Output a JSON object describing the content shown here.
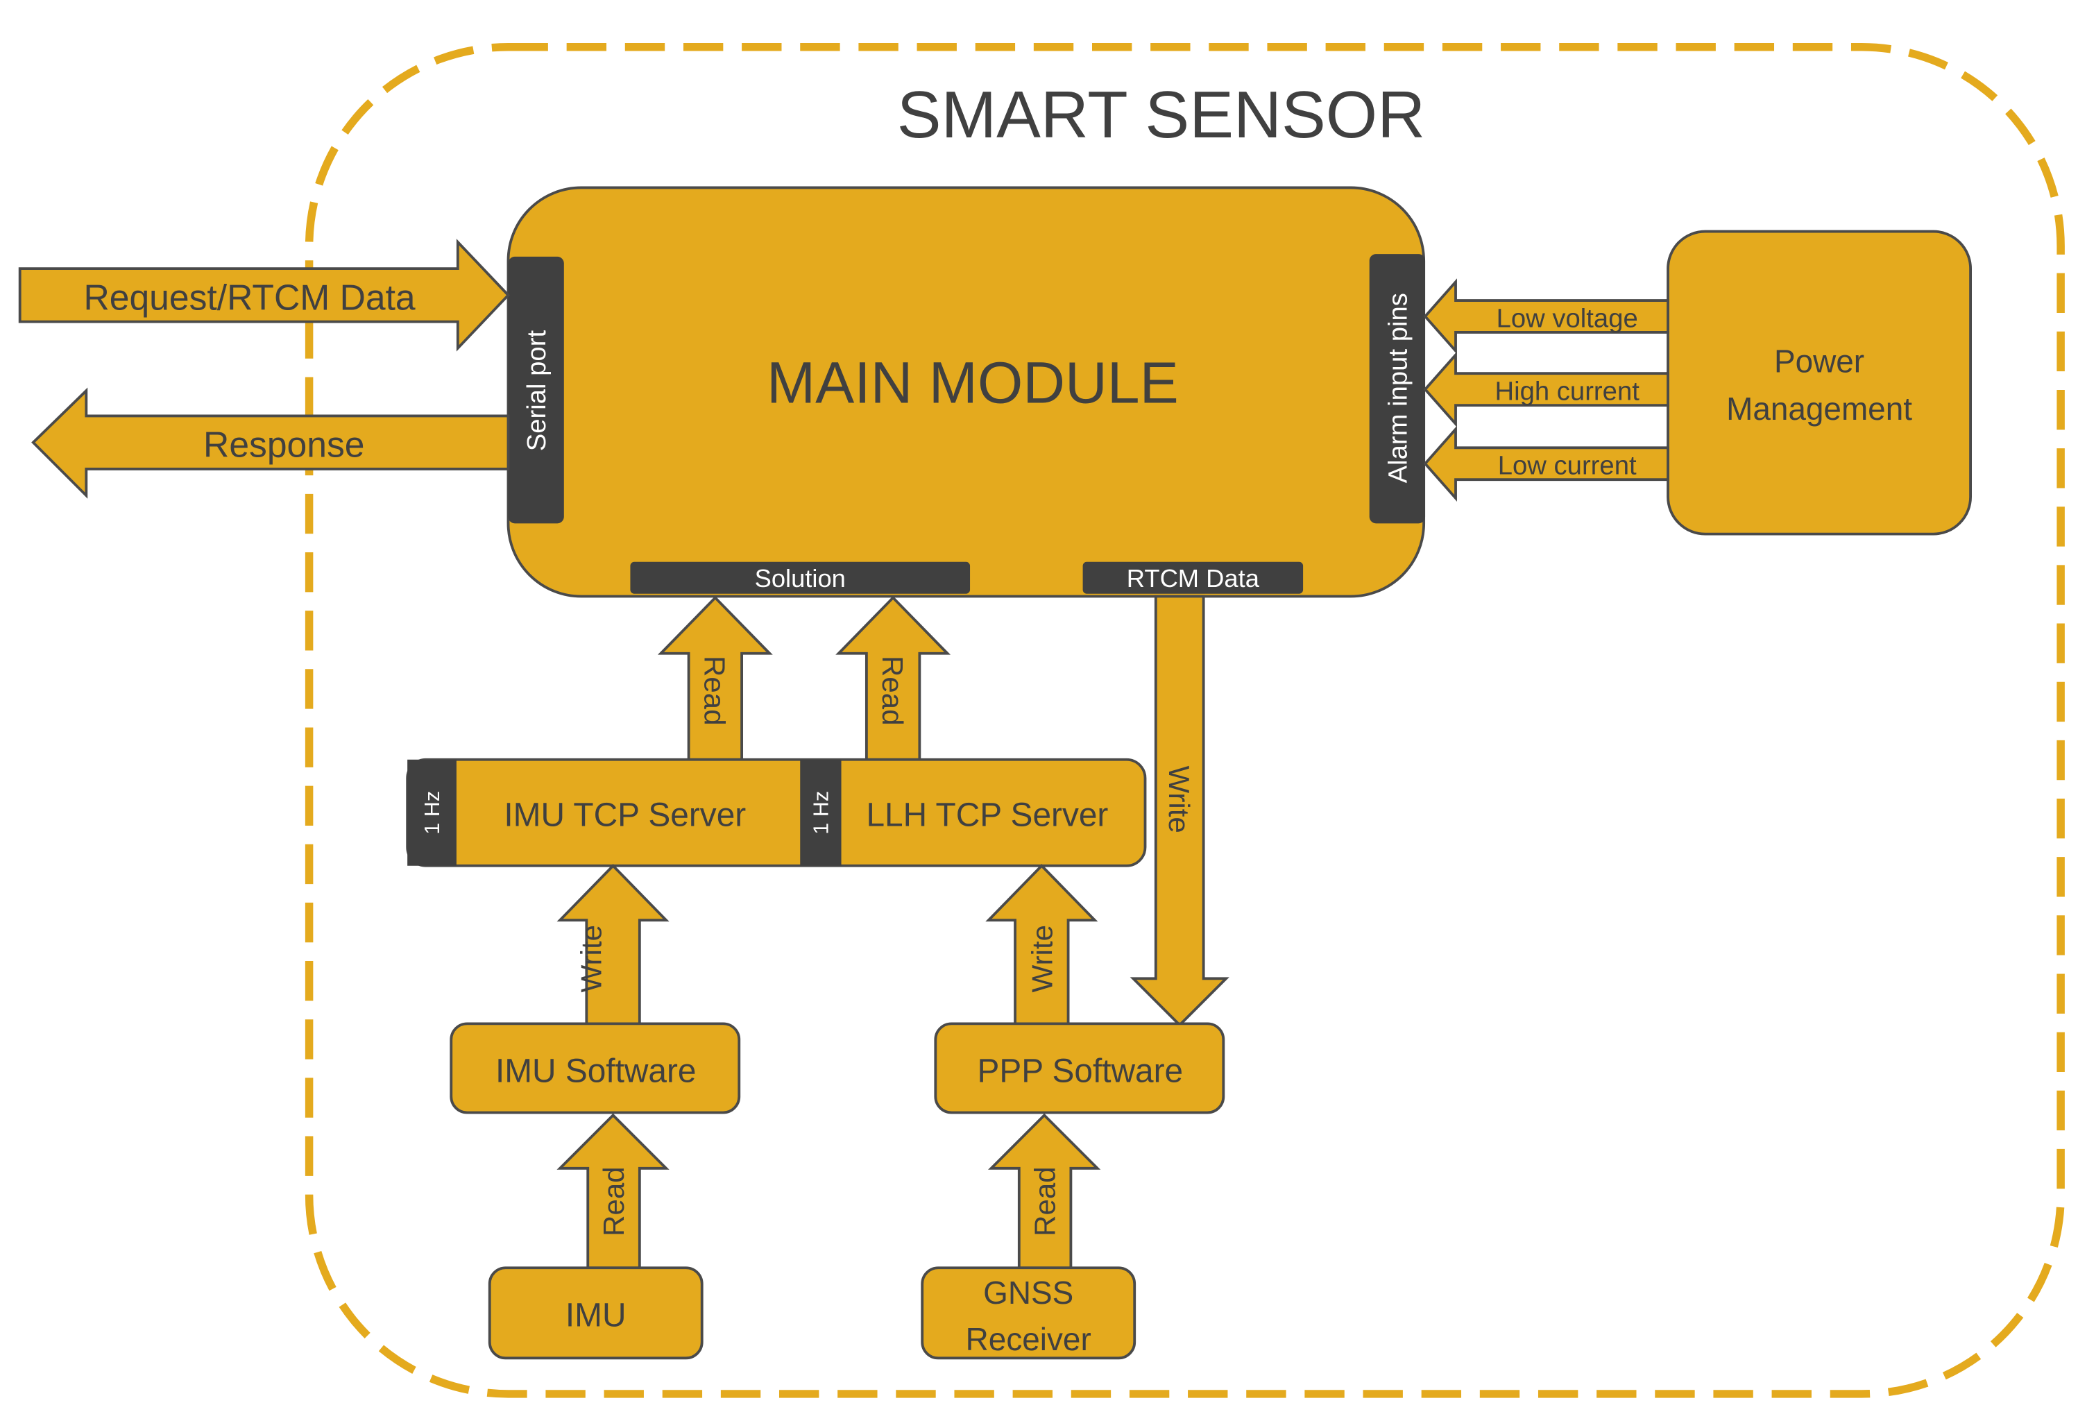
{
  "title": "SMART SENSOR",
  "colors": {
    "fill": "#E4AA1E",
    "stroke": "#4A4A4A",
    "dark": "#404040",
    "text": "#404040",
    "light_text": "#FFFFFF",
    "border": "#E4AA1E"
  },
  "main_module": {
    "label": "MAIN MODULE",
    "serial_port": "Serial port",
    "alarm_pins": "Alarm input pins",
    "solution": "Solution",
    "rtcm_data": "RTCM Data"
  },
  "external": {
    "request": "Request/RTCM Data",
    "response": "Response"
  },
  "power": {
    "line1": "Power",
    "line2": "Management",
    "signals": [
      "Low voltage",
      "High current",
      "Low current"
    ]
  },
  "servers": {
    "imu": "IMU TCP Server",
    "llh": "LLH TCP Server",
    "rate": "1 Hz"
  },
  "software": {
    "imu": "IMU Software",
    "ppp": "PPP Software"
  },
  "sources": {
    "imu": "IMU",
    "gnss_line1": "GNSS",
    "gnss_line2": "Receiver"
  },
  "arrows": {
    "read": "Read",
    "write": "Write"
  }
}
